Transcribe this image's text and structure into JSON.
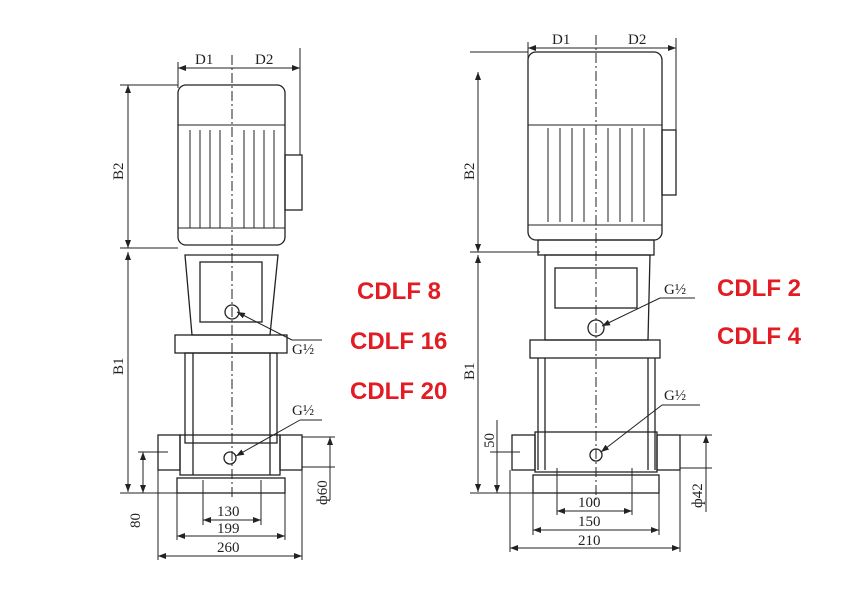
{
  "left_pump": {
    "models": [
      "CDLF 8",
      "CDLF 16",
      "CDLF 20"
    ],
    "dims": {
      "d1": "D1",
      "d2": "D2",
      "b1": "B1",
      "b2": "B2",
      "h": "80",
      "pipe": "ф60",
      "w1": "130",
      "w2": "199",
      "w3": "260"
    },
    "ports": [
      "G½",
      "G½"
    ]
  },
  "right_pump": {
    "models": [
      "CDLF 2",
      "CDLF 4"
    ],
    "dims": {
      "d1": "D1",
      "d2": "D2",
      "b1": "B1",
      "b2": "B2",
      "h": "50",
      "pipe": "ф42",
      "w1": "100",
      "w2": "150",
      "w3": "210"
    },
    "ports": [
      "G½",
      "G½"
    ]
  },
  "colors": {
    "label": "#e31b23",
    "line": "#222222"
  }
}
